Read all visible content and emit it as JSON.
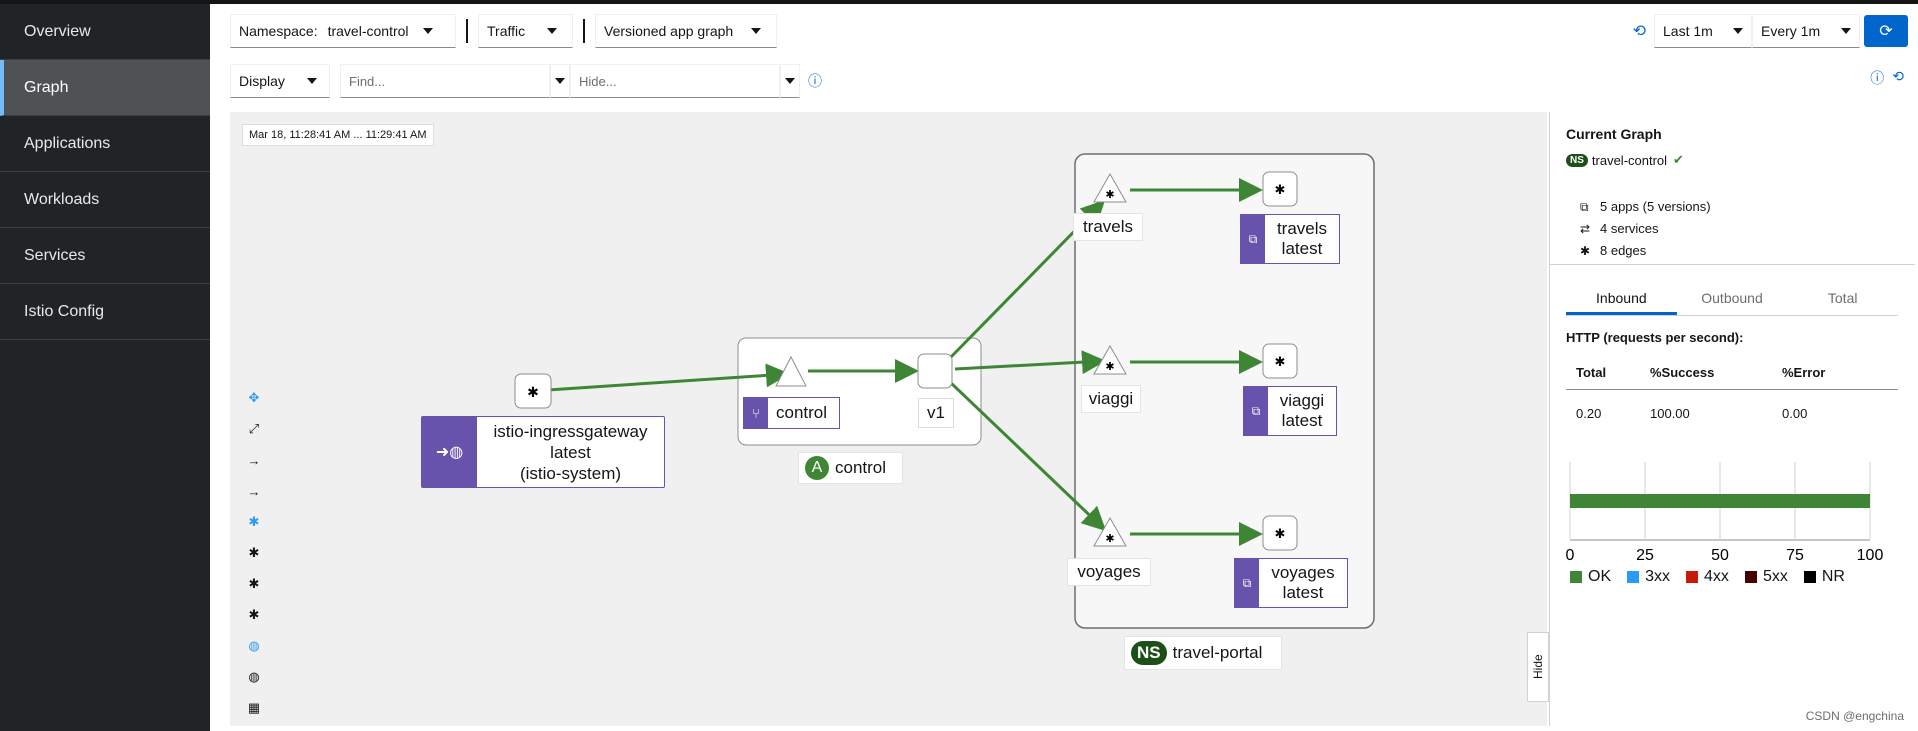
{
  "sidebar": {
    "items": [
      "Overview",
      "Graph",
      "Applications",
      "Workloads",
      "Services",
      "Istio Config"
    ]
  },
  "toolbar": {
    "namespace_label": "Namespace:",
    "namespace_value": "travel-control",
    "traffic": "Traffic",
    "graph_type": "Versioned app graph",
    "time_range": "Last 1m",
    "refresh_interval": "Every 1m",
    "display": "Display",
    "find_placeholder": "Find...",
    "hide_placeholder": "Hide..."
  },
  "graph": {
    "timestamp": "Mar 18, 11:28:41 AM ... 11:29:41 AM",
    "nodes": {
      "ingress": [
        "istio-ingressgateway",
        "latest",
        "(istio-system)"
      ],
      "control_app": "control",
      "v1": "v1",
      "control_box_label": "control",
      "travels": "travels",
      "travels_wl": [
        "travels",
        "latest"
      ],
      "viaggi": "viaggi",
      "viaggi_wl": [
        "viaggi",
        "latest"
      ],
      "voyages": "voyages",
      "voyages_wl": [
        "voyages",
        "latest"
      ],
      "app_badge": "A",
      "ns_badge": "NS",
      "portal_label": "travel-portal"
    },
    "hide_tab": "Hide"
  },
  "panel": {
    "title": "Current Graph",
    "ns_badge": "NS",
    "namespace": "travel-control",
    "apps": "5 apps (5 versions)",
    "services": "4 services",
    "edges": "8 edges",
    "tabs": [
      "Inbound",
      "Outbound",
      "Total"
    ],
    "http_title": "HTTP (requests per second):",
    "columns": [
      "Total",
      "%Success",
      "%Error"
    ],
    "values": [
      "0.20",
      "100.00",
      "0.00"
    ],
    "chart_ticks": [
      "0",
      "25",
      "50",
      "75",
      "100"
    ],
    "legend": [
      {
        "label": "OK",
        "color": "#3e8635"
      },
      {
        "label": "3xx",
        "color": "#2b9af3"
      },
      {
        "label": "4xx",
        "color": "#c9190b"
      },
      {
        "label": "5xx",
        "color": "#470000"
      },
      {
        "label": "NR",
        "color": "#000000"
      }
    ],
    "ok_percent": 100
  },
  "watermark": "CSDN @engchina"
}
